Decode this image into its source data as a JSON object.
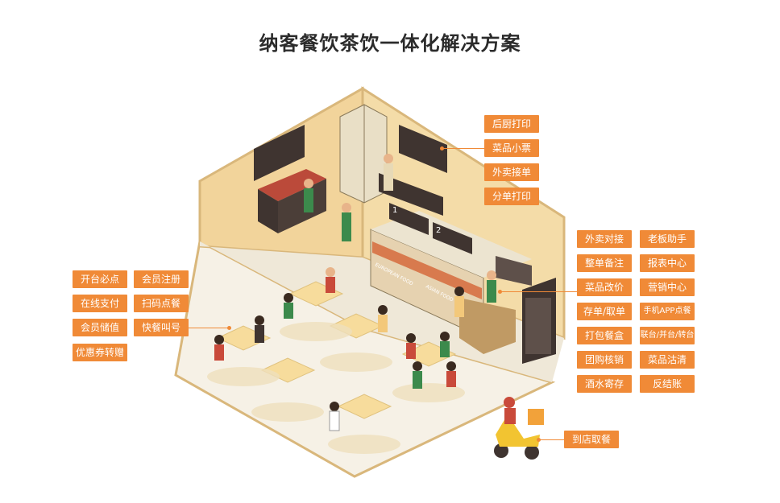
{
  "title": "纳客餐饮茶饮一体化解决方案",
  "kitchen_tags": [
    "后厨打印",
    "菜品小票",
    "外卖接单",
    "分单打印"
  ],
  "left_tags": [
    "开台必点",
    "会员注册",
    "在线支付",
    "扫码点餐",
    "会员储值",
    "快餐叫号",
    "优惠券转赠"
  ],
  "right_tags": [
    "外卖对接",
    "老板助手",
    "整单备注",
    "报表中心",
    "菜品改价",
    "营销中心",
    "存单/取单",
    "手机APP点餐",
    "打包餐盒",
    "联台/并台/转台",
    "团购核销",
    "菜品沽清",
    "酒水寄存",
    "反结账"
  ],
  "delivery_tag": "到店取餐",
  "scene_signs": {
    "european": "EUROPEAN FOOD",
    "asian": "ASIAN FOOD",
    "no1": "1",
    "no2": "2"
  },
  "colors": {
    "accent": "#f08a37",
    "wall": "#f2d49b",
    "floor": "#f6f1e6",
    "trim": "#d9b77b"
  }
}
